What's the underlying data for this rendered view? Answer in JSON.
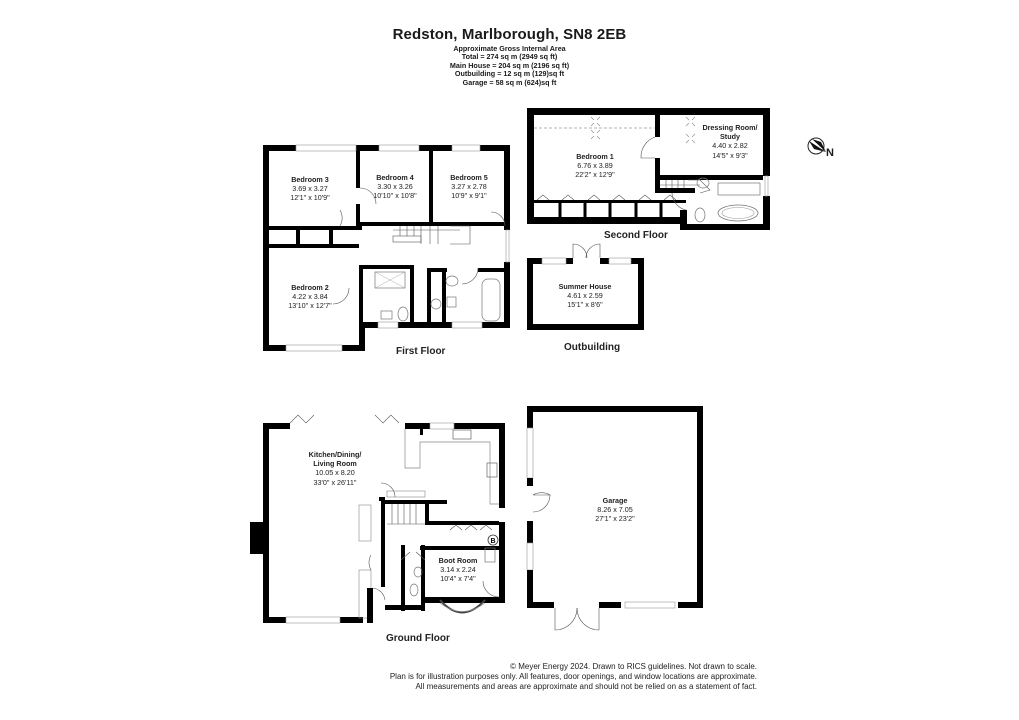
{
  "header": {
    "title": "Redston, Marlborough, SN8 2EB",
    "subtitle": "Approximate Gross Internal Area",
    "areas": [
      "Total = 274 sq m (2949 sq ft)",
      "Main House = 204 sq m (2196 sq ft)",
      "Outbuilding = 12 sq m (129)sq ft",
      "Garage = 58 sq m (624)sq ft"
    ]
  },
  "floors": {
    "second": "Second Floor",
    "first": "First Floor",
    "outbuilding": "Outbuilding",
    "ground": "Ground Floor"
  },
  "rooms": {
    "bedroom1": {
      "name": "Bedroom 1",
      "metric": "6.76 x 3.89",
      "imperial": "22'2\" x 12'9\""
    },
    "dressing": {
      "name": "Dressing Room/",
      "name2": "Study",
      "metric": "4.40 x 2.82",
      "imperial": "14'5\" x 9'3\""
    },
    "bedroom3": {
      "name": "Bedroom 3",
      "metric": "3.69 x 3.27",
      "imperial": "12'1\" x 10'9\""
    },
    "bedroom4": {
      "name": "Bedroom 4",
      "metric": "3.30 x 3.26",
      "imperial": "10'10\" x 10'8\""
    },
    "bedroom5": {
      "name": "Bedroom 5",
      "metric": "3.27 x 2.78",
      "imperial": "10'9\" x 9'1\""
    },
    "bedroom2": {
      "name": "Bedroom 2",
      "metric": "4.22 x 3.84",
      "imperial": "13'10\" x 12'7\""
    },
    "summer": {
      "name": "Summer House",
      "metric": "4.61 x 2.59",
      "imperial": "15'1\" x 8'6\""
    },
    "kitchen": {
      "name": "Kitchen/Dining/",
      "name2": "Living Room",
      "metric": "10.05 x 8.20",
      "imperial": "33'0\" x 26'11\""
    },
    "boot": {
      "name": "Boot Room",
      "metric": "3.14 x 2.24",
      "imperial": "10'4\" x 7'4\""
    },
    "garage": {
      "name": "Garage",
      "metric": "8.26 x 7.05",
      "imperial": "27'1\" x 23'2\""
    }
  },
  "compass": {
    "letter": "N"
  },
  "boiler": {
    "label": "B"
  },
  "footer": {
    "lines": [
      "© Meyer Energy 2024. Drawn to RICS guidelines.  Not drawn to scale.",
      "Plan is for illustration purposes only. All features, door openings, and window locations are approximate.",
      "All measurements and areas are approximate and should not be relied on as a statement of fact."
    ]
  },
  "colors": {
    "wall": "#000000",
    "fixture": "#8a8a8a",
    "background": "#ffffff"
  }
}
